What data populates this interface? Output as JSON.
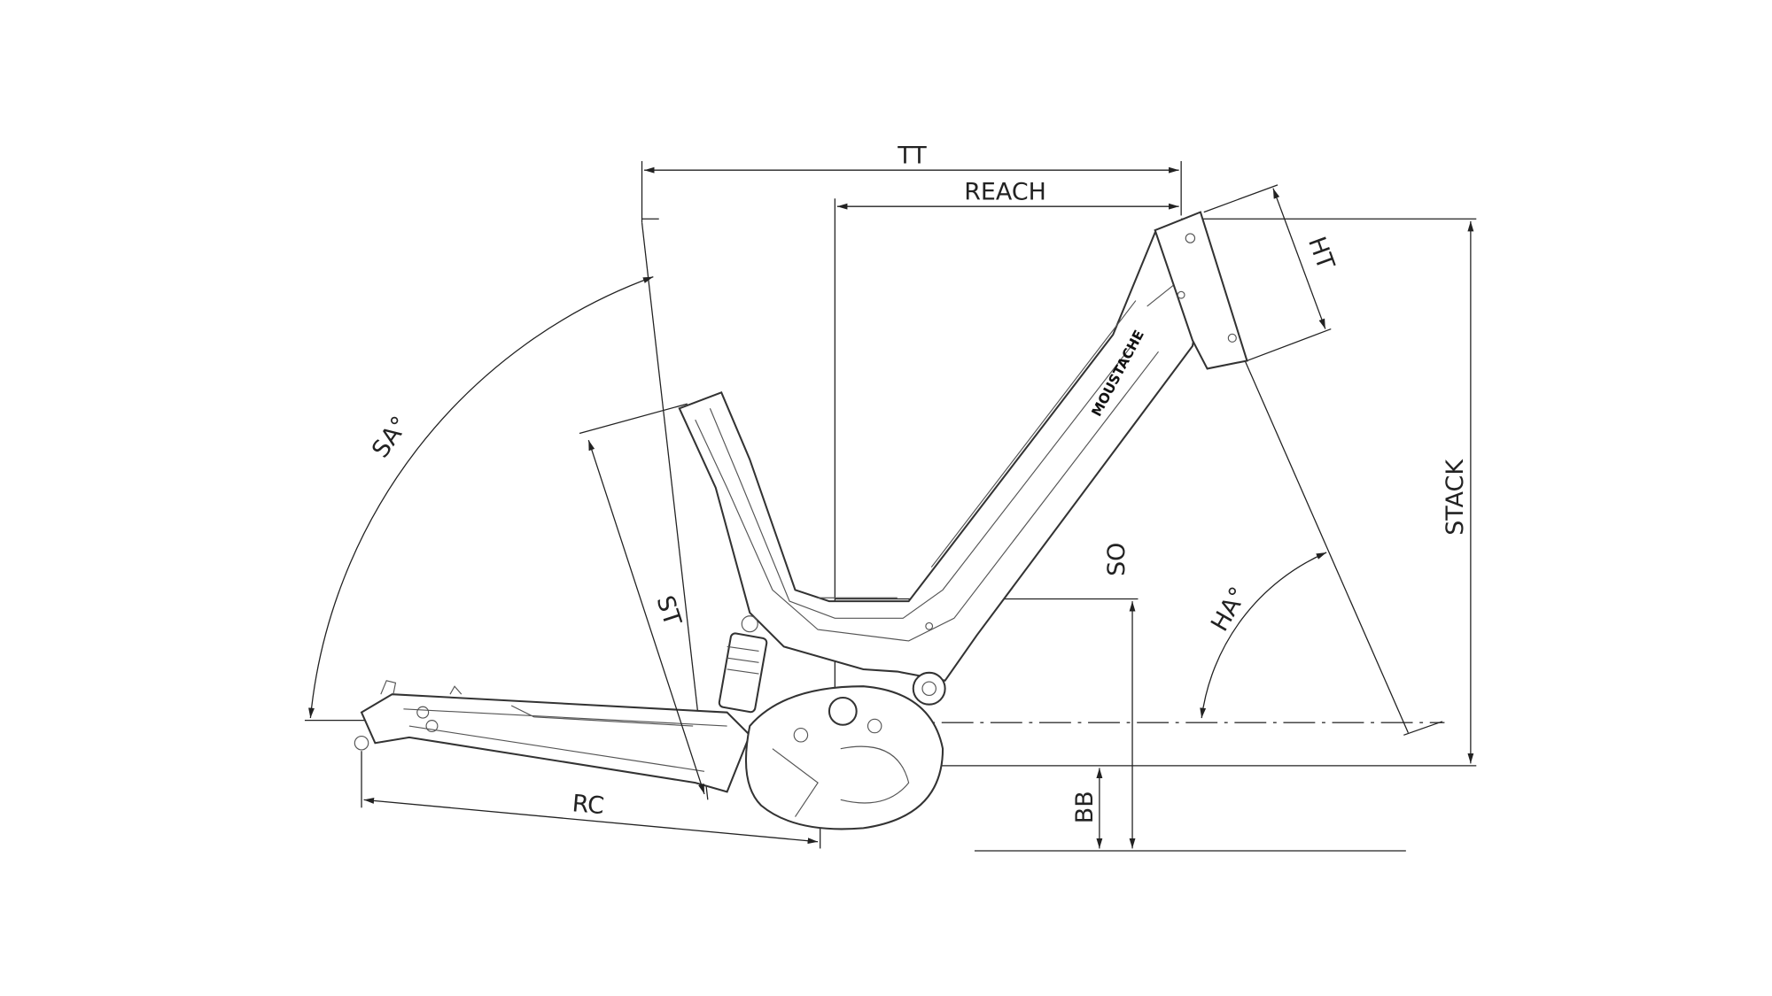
{
  "diagram": {
    "labels": {
      "tt": "TT",
      "reach": "REACH",
      "ht": "HT",
      "stack": "STACK",
      "sa": "SA°",
      "st": "ST",
      "so": "SO",
      "ha": "HA°",
      "rc": "RC",
      "bb": "BB"
    },
    "brand_logo": "MOUSTACHE",
    "colors": {
      "line": "#222222",
      "background": "#ffffff"
    }
  }
}
